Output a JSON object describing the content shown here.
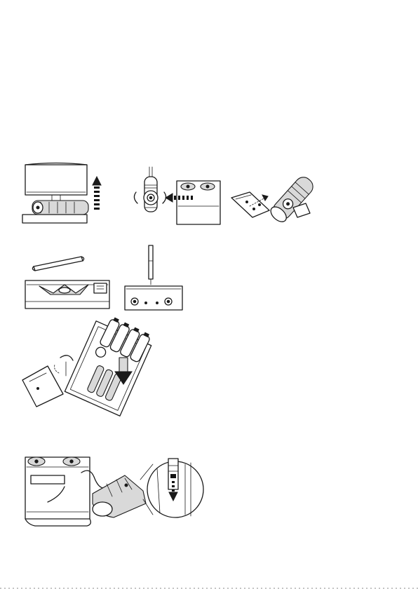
{
  "page": {
    "background": "#ffffff",
    "line_color": "#1a1a1a"
  },
  "figures": [
    {
      "id": "fig-remove-cover",
      "icon": "arrow-up-icon"
    },
    {
      "id": "fig-slide-cover",
      "icon": "arrow-left-icon"
    },
    {
      "id": "fig-attach-mount",
      "icon": "arrow-right-icon"
    },
    {
      "id": "fig-rod-side"
    },
    {
      "id": "fig-rod-end"
    },
    {
      "id": "fig-insert-batteries",
      "icon": "arrow-down-icon",
      "battery_count": 4
    },
    {
      "id": "fig-connect-cable",
      "icon": "arrow-down-icon"
    }
  ]
}
